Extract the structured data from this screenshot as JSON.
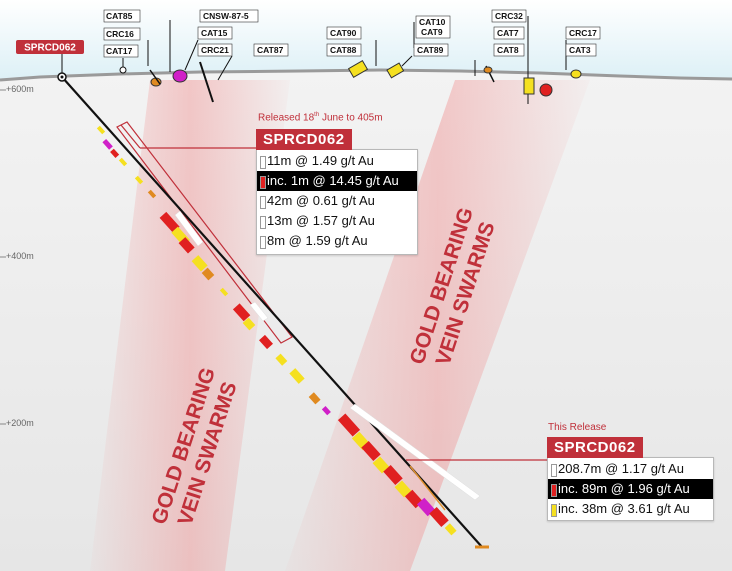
{
  "drillhole": {
    "name": "SPRCD062"
  },
  "surface_holes": {
    "cat85": "CAT85",
    "crc16": "CRC16",
    "cat17": "CAT17",
    "cnsw": "CNSW-87-5",
    "cat15": "CAT15",
    "crc21": "CRC21",
    "cat87": "CAT87",
    "cat90": "CAT90",
    "cat88": "CAT88",
    "cat10": "CAT10",
    "cat9": "CAT9",
    "cat89": "CAT89",
    "crc32": "CRC32",
    "cat7": "CAT7",
    "cat8": "CAT8",
    "crc17": "CRC17",
    "cat3": "CAT3"
  },
  "elevations": {
    "e600": "+600m",
    "e400": "+400m",
    "e200": "+200m"
  },
  "previous_release": {
    "caption_prefix": "Released 18",
    "caption_sup": "th",
    "caption_suffix": " June to 405m",
    "title": "SPRCD062",
    "intervals": [
      {
        "text": "11m @ 1.49 g/t Au",
        "swatch": "#ffffff",
        "highlight": false
      },
      {
        "text": "inc. 1m @ 14.45 g/t Au",
        "swatch": "#e02020",
        "highlight": true
      },
      {
        "text": "42m @ 0.61 g/t Au",
        "swatch": "#ffffff",
        "highlight": false
      },
      {
        "text": "13m @ 1.57 g/t Au",
        "swatch": "#ffffff",
        "highlight": false
      },
      {
        "text": "8m @ 1.59 g/t Au",
        "swatch": "#ffffff",
        "highlight": false
      }
    ]
  },
  "this_release": {
    "caption": "This Release",
    "title": "SPRCD062",
    "intervals": [
      {
        "text": "208.7m @ 1.17 g/t Au",
        "swatch": "#ffffff",
        "highlight": false
      },
      {
        "text": "inc. 89m @ 1.96 g/t Au",
        "swatch": "#e02020",
        "highlight": true
      },
      {
        "text": "inc. 38m @ 3.61 g/t Au",
        "swatch": "#f5e020",
        "highlight": false
      }
    ]
  },
  "vein_labels": {
    "left": [
      "GOLD BEARING",
      "VEIN SWARMS"
    ],
    "right": [
      "GOLD BEARING",
      "VEIN SWARMS"
    ]
  },
  "colors": {
    "accent_red": "#c0303a",
    "vein_band": "#f2a4a4",
    "sky": "#dff2f7",
    "grade_yellow": "#f5e020",
    "grade_red": "#e02020",
    "grade_magenta": "#d020c8"
  }
}
